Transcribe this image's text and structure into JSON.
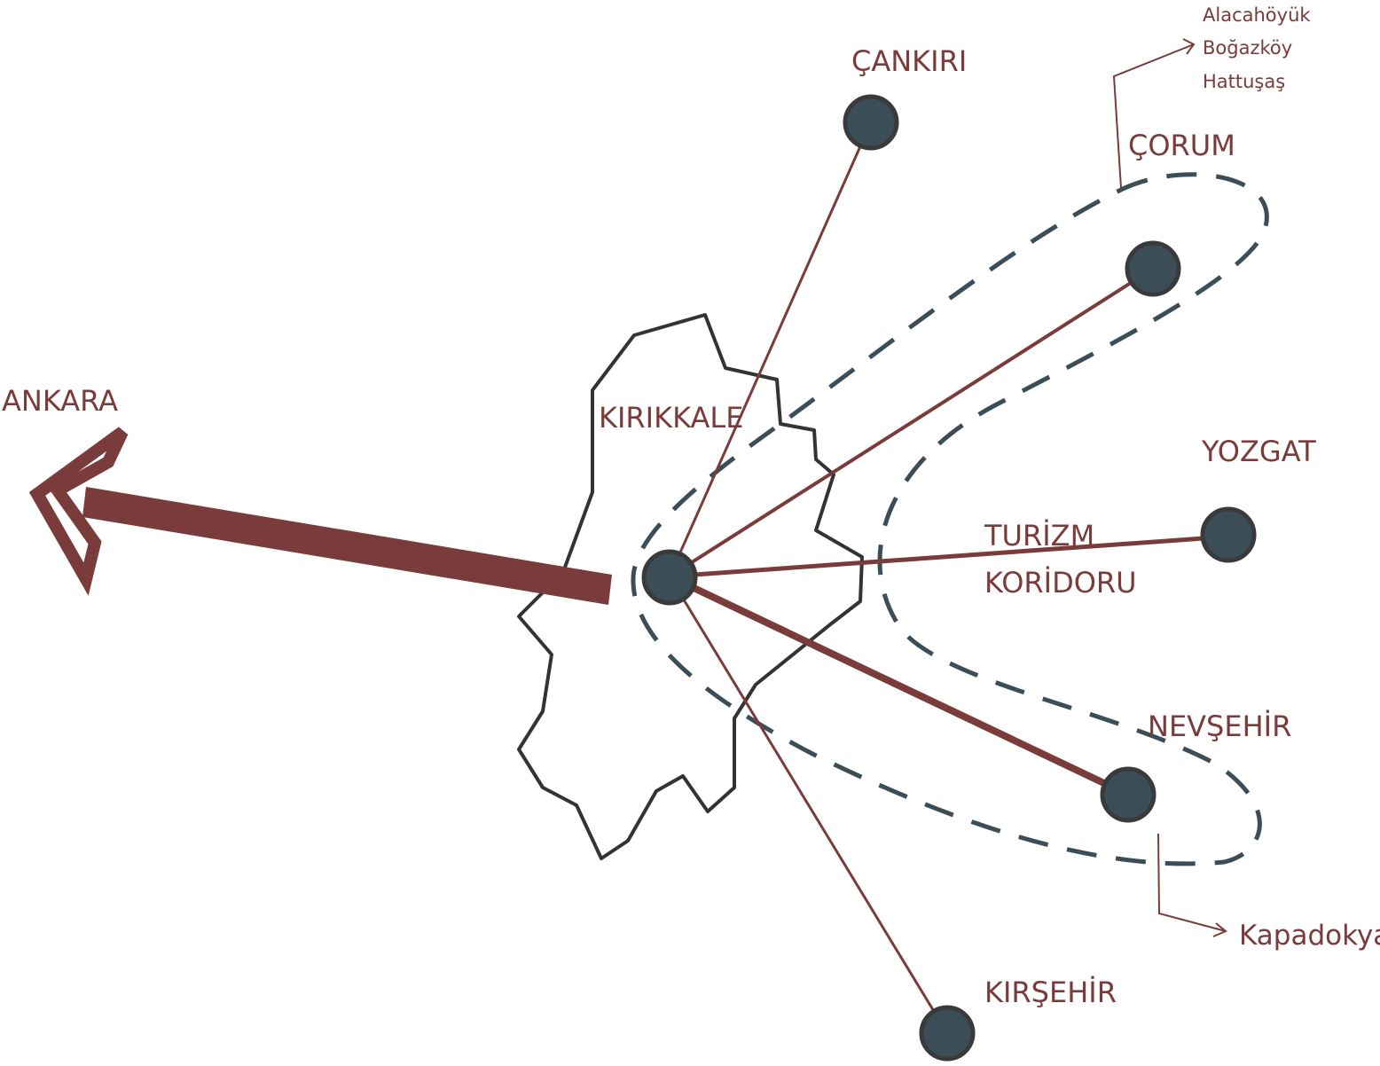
{
  "colors": {
    "route": "#7a3b3b",
    "node_fill": "#3b4e57",
    "node_stroke": "#3a3a3a",
    "border": "#333333",
    "corridor": "#3b4e57",
    "background": "#ffffff"
  },
  "labels": {
    "ankara": "ANKARA",
    "kirikkale": "KIRIKKALE",
    "cankiri": "ÇANKIRI",
    "corum": "ÇORUM",
    "yozgat": "YOZGAT",
    "nevsehir": "NEVŞEHİR",
    "kirsehir": "KIRŞEHİR",
    "corridor_line1": "TURİZM",
    "corridor_line2": "KORİDORU",
    "kapadokya": "Kapadokya",
    "corum_sites": [
      "Alacahöyük",
      "Boğazköy",
      "Hattuşaş"
    ]
  },
  "connections": [
    {
      "from": "KIRIKKALE",
      "to": "ANKARA",
      "weight": "major"
    },
    {
      "from": "KIRIKKALE",
      "to": "ÇANKIRI",
      "weight": "thin"
    },
    {
      "from": "KIRIKKALE",
      "to": "ÇORUM",
      "weight": "medium"
    },
    {
      "from": "KIRIKKALE",
      "to": "YOZGAT",
      "weight": "medium"
    },
    {
      "from": "KIRIKKALE",
      "to": "NEVŞEHİR",
      "weight": "thick"
    },
    {
      "from": "KIRIKKALE",
      "to": "KIRŞEHİR",
      "weight": "thin"
    }
  ]
}
